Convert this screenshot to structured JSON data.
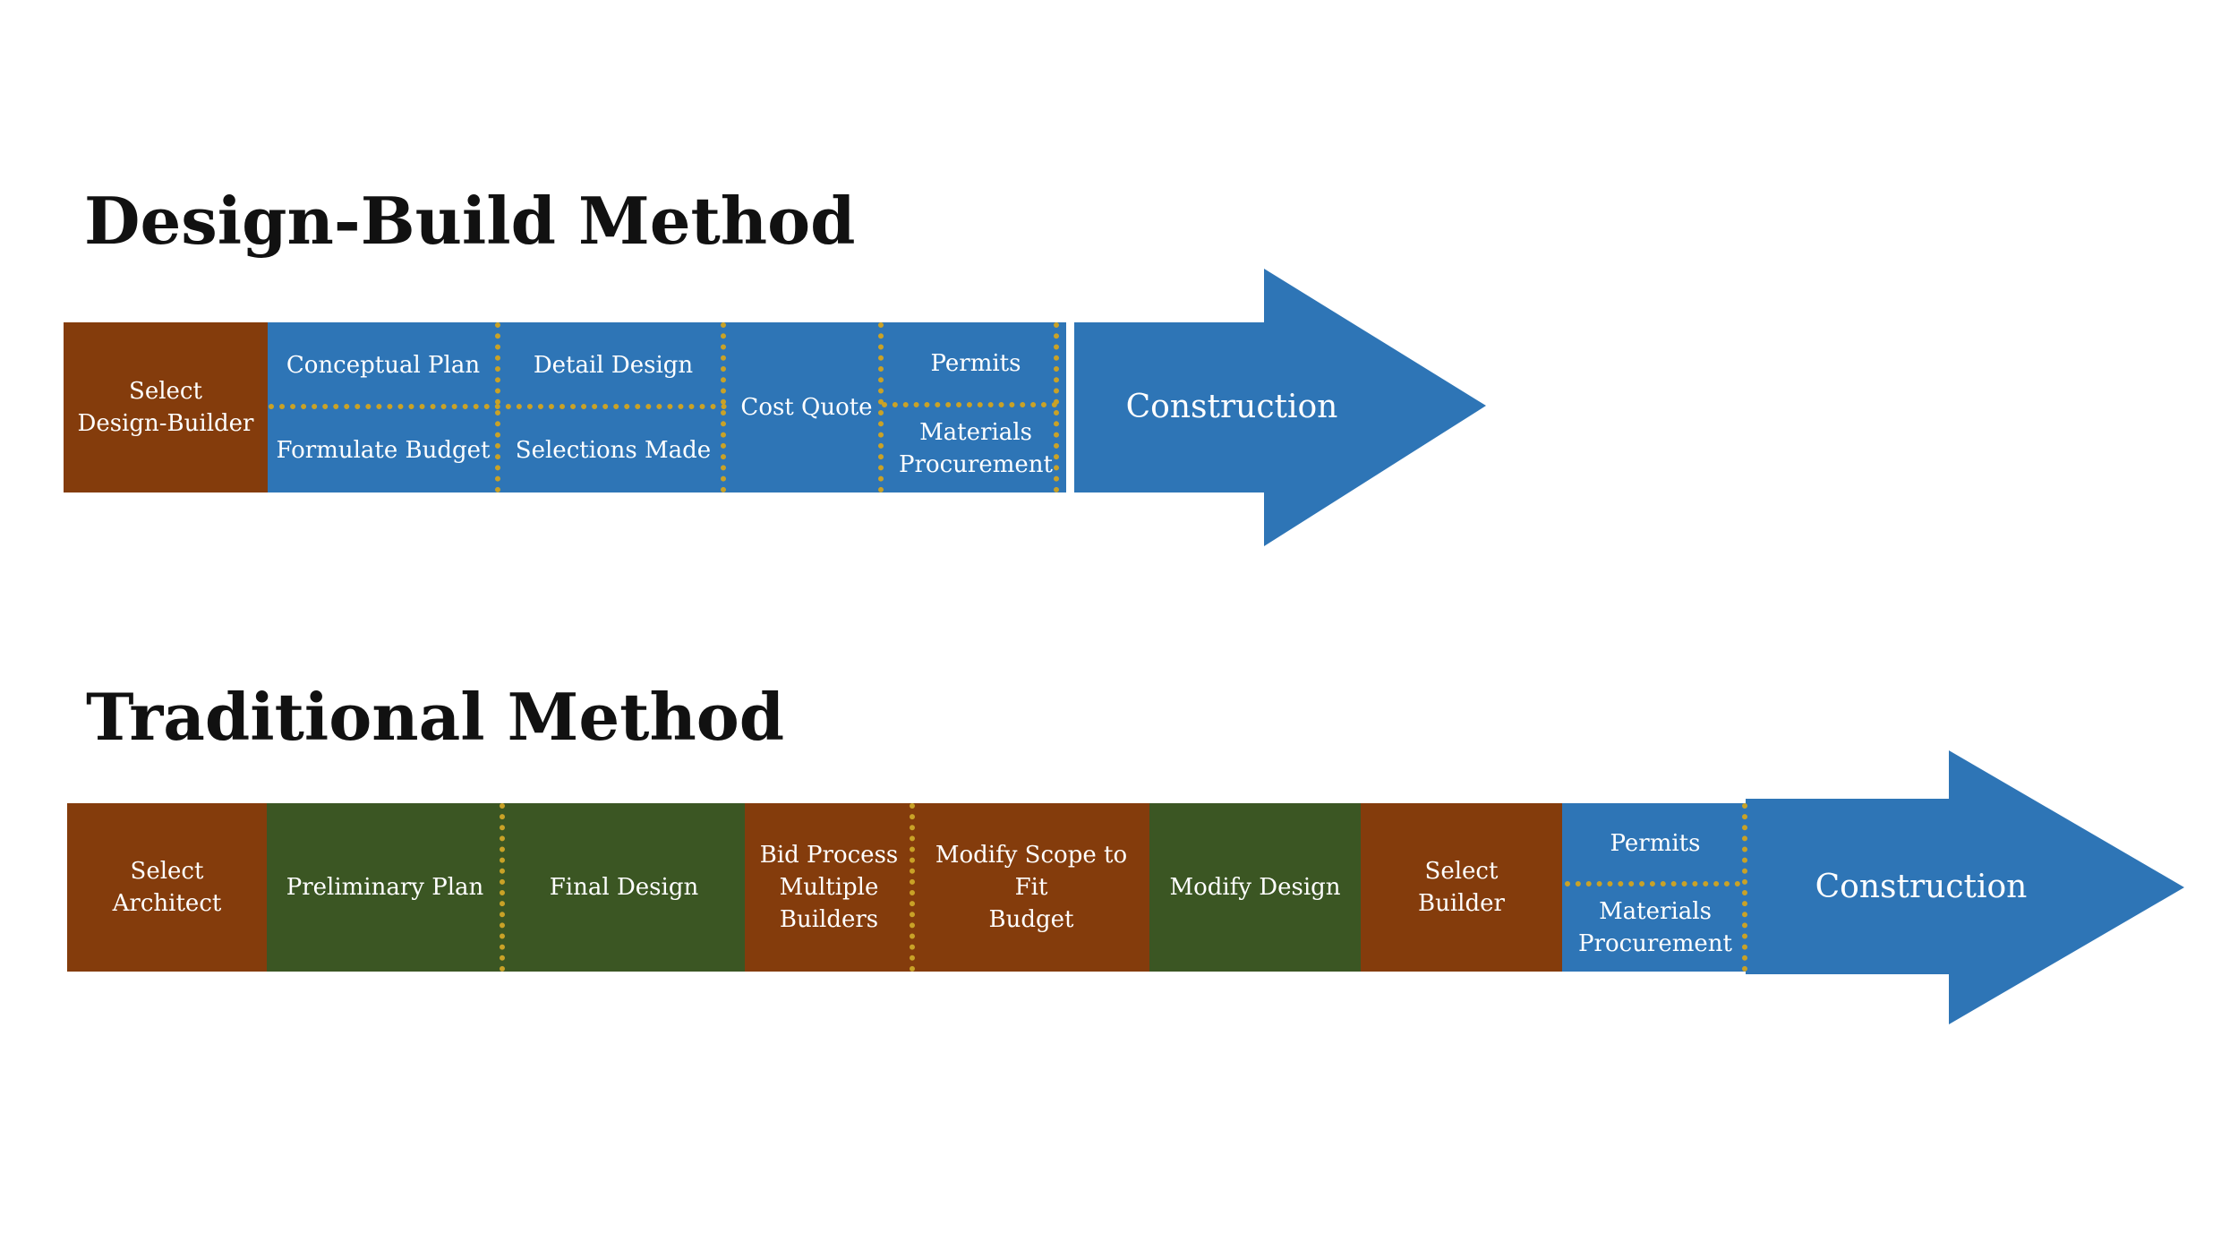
{
  "design_build": {
    "title": "Design-Build Method",
    "steps": {
      "select_design_builder": "Select\nDesign-Builder",
      "conceptual_plan": "Conceptual Plan",
      "formulate_budget": "Formulate Budget",
      "detail_design": "Detail Design",
      "selections_made": "Selections Made",
      "cost_quote": "Cost Quote",
      "permits": "Permits",
      "materials_procurement": "Materials\nProcurement",
      "construction": "Construction"
    }
  },
  "traditional": {
    "title": "Traditional Method",
    "steps": {
      "select_architect": "Select\nArchitect",
      "preliminary_plan": "Preliminary Plan",
      "final_design": "Final Design",
      "bid_process": "Bid Process\nMultiple\nBuilders",
      "modify_scope": "Modify Scope to Fit\nBudget",
      "modify_design": "Modify Design",
      "select_builder": "Select\nBuilder",
      "permits": "Permits",
      "materials_procurement": "Materials\nProcurement",
      "construction": "Construction"
    }
  },
  "colors": {
    "selection_step": "#843c0c",
    "design_step": "#3b5623",
    "design_build_step": "#2e75b6",
    "divider": "#c9a227"
  }
}
